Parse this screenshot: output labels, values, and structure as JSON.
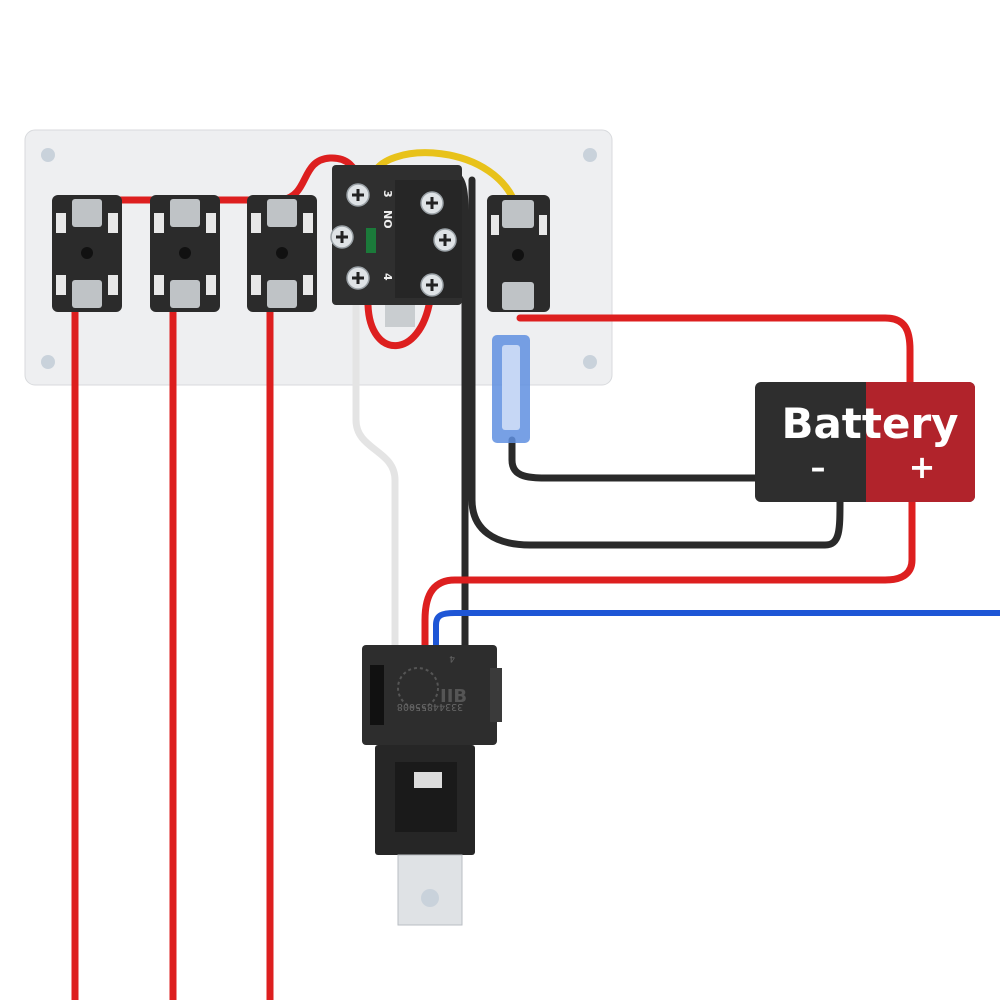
{
  "switch": {
    "terminal_top": "3",
    "contact_type": "NO",
    "terminal_bottom": "4"
  },
  "relay": {
    "part_number": "33344855008",
    "pin_label": "4"
  },
  "battery": {
    "label": "Battery",
    "negative": "–",
    "positive": "+"
  },
  "colors": {
    "panel": "#eeeff1",
    "red_wire": "#dd1f1f",
    "black_wire": "#2a2a2a",
    "yellow_wire": "#e8c21a",
    "white_wire": "#e4e4e4",
    "blue_wire": "#1e56d6",
    "battery_negative": "#2e2e2e",
    "battery_positive": "#b1232b"
  }
}
